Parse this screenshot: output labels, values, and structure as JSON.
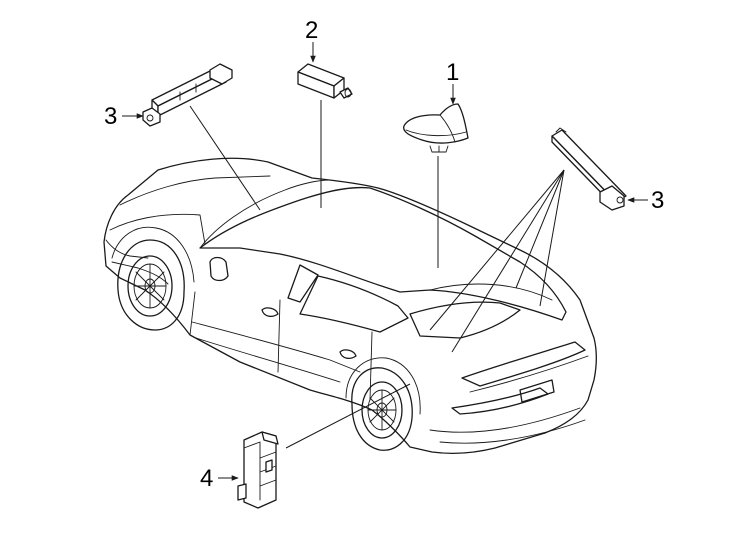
{
  "callouts": {
    "c1": "1",
    "c2": "2",
    "c3_left": "3",
    "c3_right": "3",
    "c4": "4"
  }
}
